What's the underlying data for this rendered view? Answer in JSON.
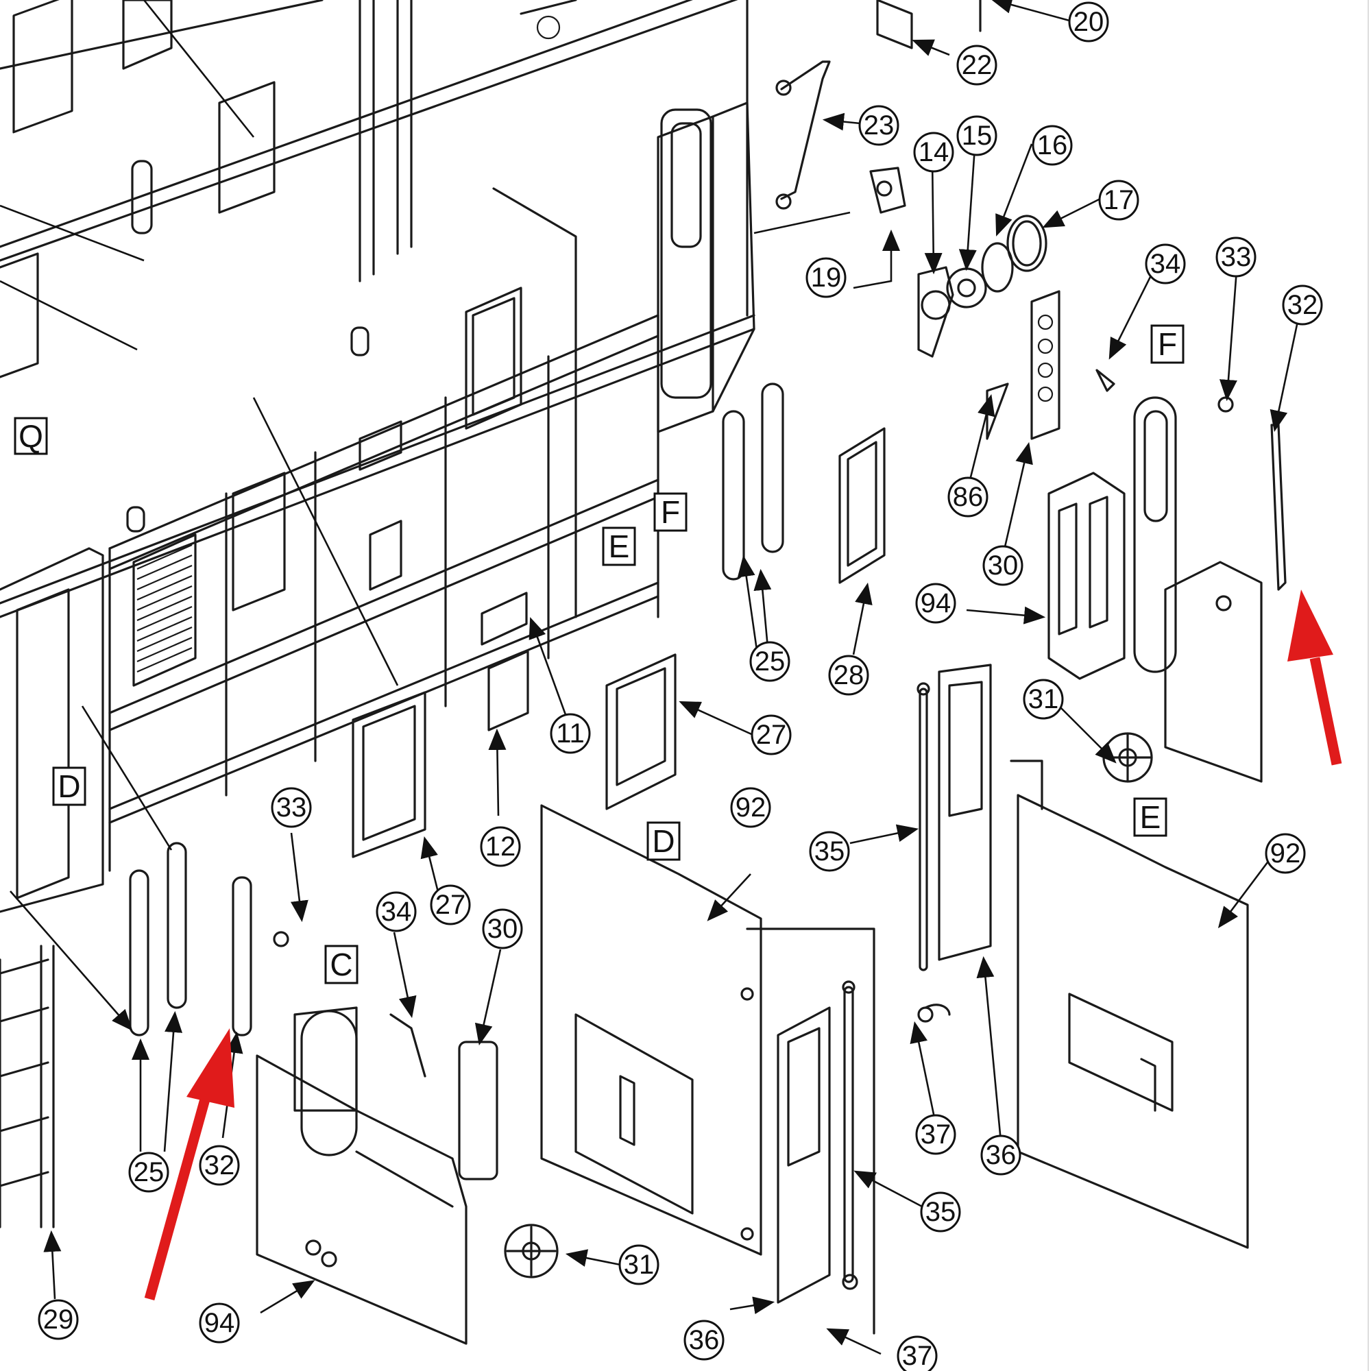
{
  "callouts": [
    "20",
    "22",
    "23",
    "14",
    "15",
    "16",
    "17",
    "19",
    "34",
    "33",
    "32",
    "86",
    "30",
    "94",
    "31",
    "25",
    "28",
    "27",
    "11",
    "12",
    "92",
    "35",
    "36",
    "37",
    "29"
  ],
  "letters": [
    "Q",
    "F",
    "E",
    "D",
    "C"
  ],
  "highlight": {
    "arrow_color": "#e01b1b",
    "arrow_count": 2
  }
}
